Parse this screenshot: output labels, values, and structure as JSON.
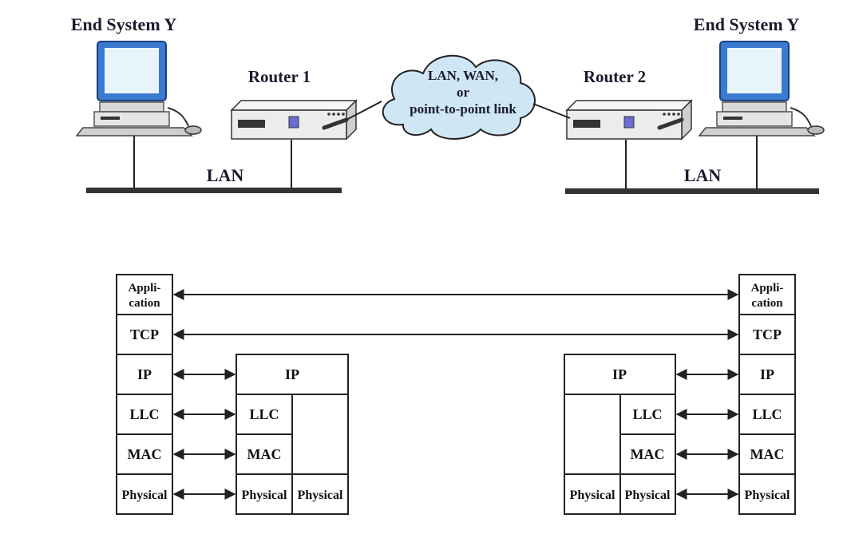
{
  "top": {
    "end_system_left": "End System Y",
    "end_system_right": "End System Y",
    "router1": "Router 1",
    "router2": "Router 2",
    "lan_left": "LAN",
    "lan_right": "LAN",
    "cloud_line1": "LAN, WAN,",
    "cloud_line2": "or",
    "cloud_line3": "point-to-point link"
  },
  "stack": {
    "host_left": {
      "app_line1": "Appli-",
      "app_line2": "cation",
      "tcp": "TCP",
      "ip": "IP",
      "llc": "LLC",
      "mac": "MAC",
      "phy": "Physical"
    },
    "router_left": {
      "ip": "IP",
      "llc": "LLC",
      "mac": "MAC",
      "phy_a": "Physical",
      "phy_b": "Physical"
    },
    "router_right": {
      "ip": "IP",
      "llc": "LLC",
      "mac": "MAC",
      "phy_a": "Physical",
      "phy_b": "Physical"
    },
    "host_right": {
      "app_line1": "Appli-",
      "app_line2": "cation",
      "tcp": "TCP",
      "ip": "IP",
      "llc": "LLC",
      "mac": "MAC",
      "phy": "Physical"
    }
  },
  "colors": {
    "monitor_screen": "#e8f4fb",
    "monitor_bezel": "#3a7ad0",
    "cloud_fill": "#cfe6f5",
    "router_body": "#ececec",
    "line": "#222222"
  },
  "icons": [
    "computer-icon",
    "router-icon",
    "cloud-icon"
  ]
}
